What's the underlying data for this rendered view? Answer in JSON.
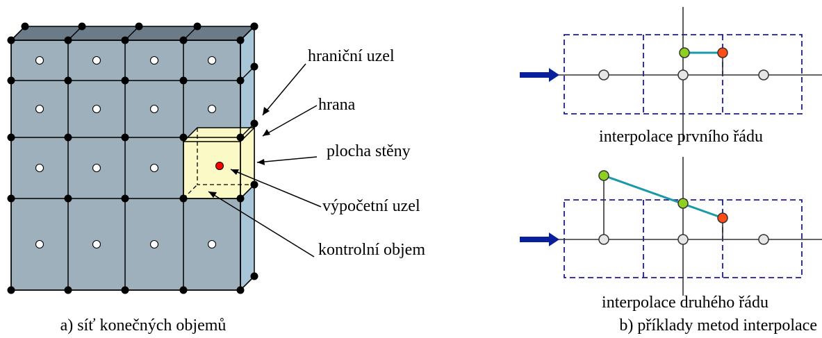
{
  "left_panel": {
    "labels": {
      "boundary_node": "hraniční uzel",
      "edge": "hrana",
      "face": "plocha stěny",
      "computational_node": "výpočetní uzel",
      "control_volume": "kontrolní objem"
    },
    "caption": "a) síť konečných objemů"
  },
  "right_panel": {
    "first_order_label": "interpolace prvního řádu",
    "second_order_label": "interpolace druhého řádu",
    "caption": "b) příklady metod interpolace"
  },
  "colors": {
    "cell_fill": "#9fb0bd",
    "side_face": "#a9c6d9",
    "top_face": "#6b7b87",
    "control_volume": "#fbf9c6",
    "node_dot": "#000000",
    "center_node": "#ffffff",
    "computational_node": "#ff0000",
    "dashed_grid": "#1a1aaa",
    "arrow": "#0a1f9c",
    "green_node": "#8fcf1f",
    "red_node": "#ff4d1a",
    "teal_line": "#1a9aa8",
    "grey_node": "#e6e6e6"
  }
}
